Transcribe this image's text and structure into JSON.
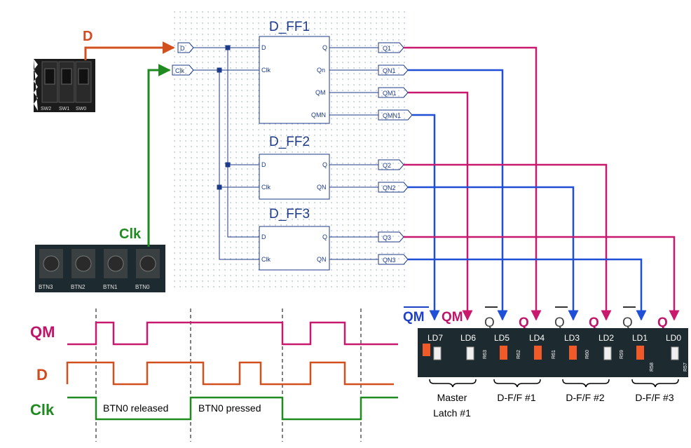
{
  "colors": {
    "d_wire": "#d2501e",
    "clk_wire": "#1f8a1f",
    "q_wire": "#c8196e",
    "qn_wire": "#1e4fd6",
    "schem_blue": "#1c3a8a",
    "label_red": "#d24a1e",
    "label_green": "#1f8a1f",
    "label_magenta": "#c0146a",
    "label_blue": "#1e3fc8",
    "board": "#1d2a30",
    "led": "#f05a28"
  },
  "signals": {
    "d": "D",
    "clk": "Clk",
    "qm": "QM"
  },
  "switches": [
    "SW2",
    "SW1",
    "SW0"
  ],
  "buttons": [
    "BTN3",
    "BTN2",
    "BTN1",
    "BTN0"
  ],
  "flipflops": [
    {
      "title": "D_FF1",
      "pins_left": [
        "D",
        "Clk"
      ],
      "pins_right": [
        "Q",
        "Qn",
        "QM",
        "QMN"
      ]
    },
    {
      "title": "D_FF2",
      "pins_left": [
        "D",
        "Clk"
      ],
      "pins_right": [
        "Q",
        "QN"
      ]
    },
    {
      "title": "D_FF3",
      "pins_left": [
        "D",
        "Clk"
      ],
      "pins_right": [
        "Q",
        "QN"
      ]
    }
  ],
  "inputs": [
    "D",
    "Clk"
  ],
  "outputs": [
    "Q1",
    "QN1",
    "QM1",
    "QMN1",
    "Q2",
    "QN2",
    "Q3",
    "QN3"
  ],
  "led_headers": [
    "QM",
    "QM",
    "Q",
    "Q",
    "Q",
    "Q",
    "Q",
    "Q"
  ],
  "leds": [
    "LD7",
    "LD6",
    "LD5",
    "LD4",
    "LD3",
    "LD2",
    "LD1",
    "LD0"
  ],
  "resistors": [
    "R63",
    "R62",
    "R61",
    "R60",
    "R59",
    "R58",
    "R57"
  ],
  "groups": [
    "Master",
    "Latch #1",
    "D-F/F #1",
    "D-F/F #2",
    "D-F/F #3"
  ],
  "waveform": {
    "labels": [
      "QM",
      "D",
      "Clk"
    ],
    "clk_annotations": [
      "BTN0 released",
      "BTN0 pressed"
    ]
  }
}
